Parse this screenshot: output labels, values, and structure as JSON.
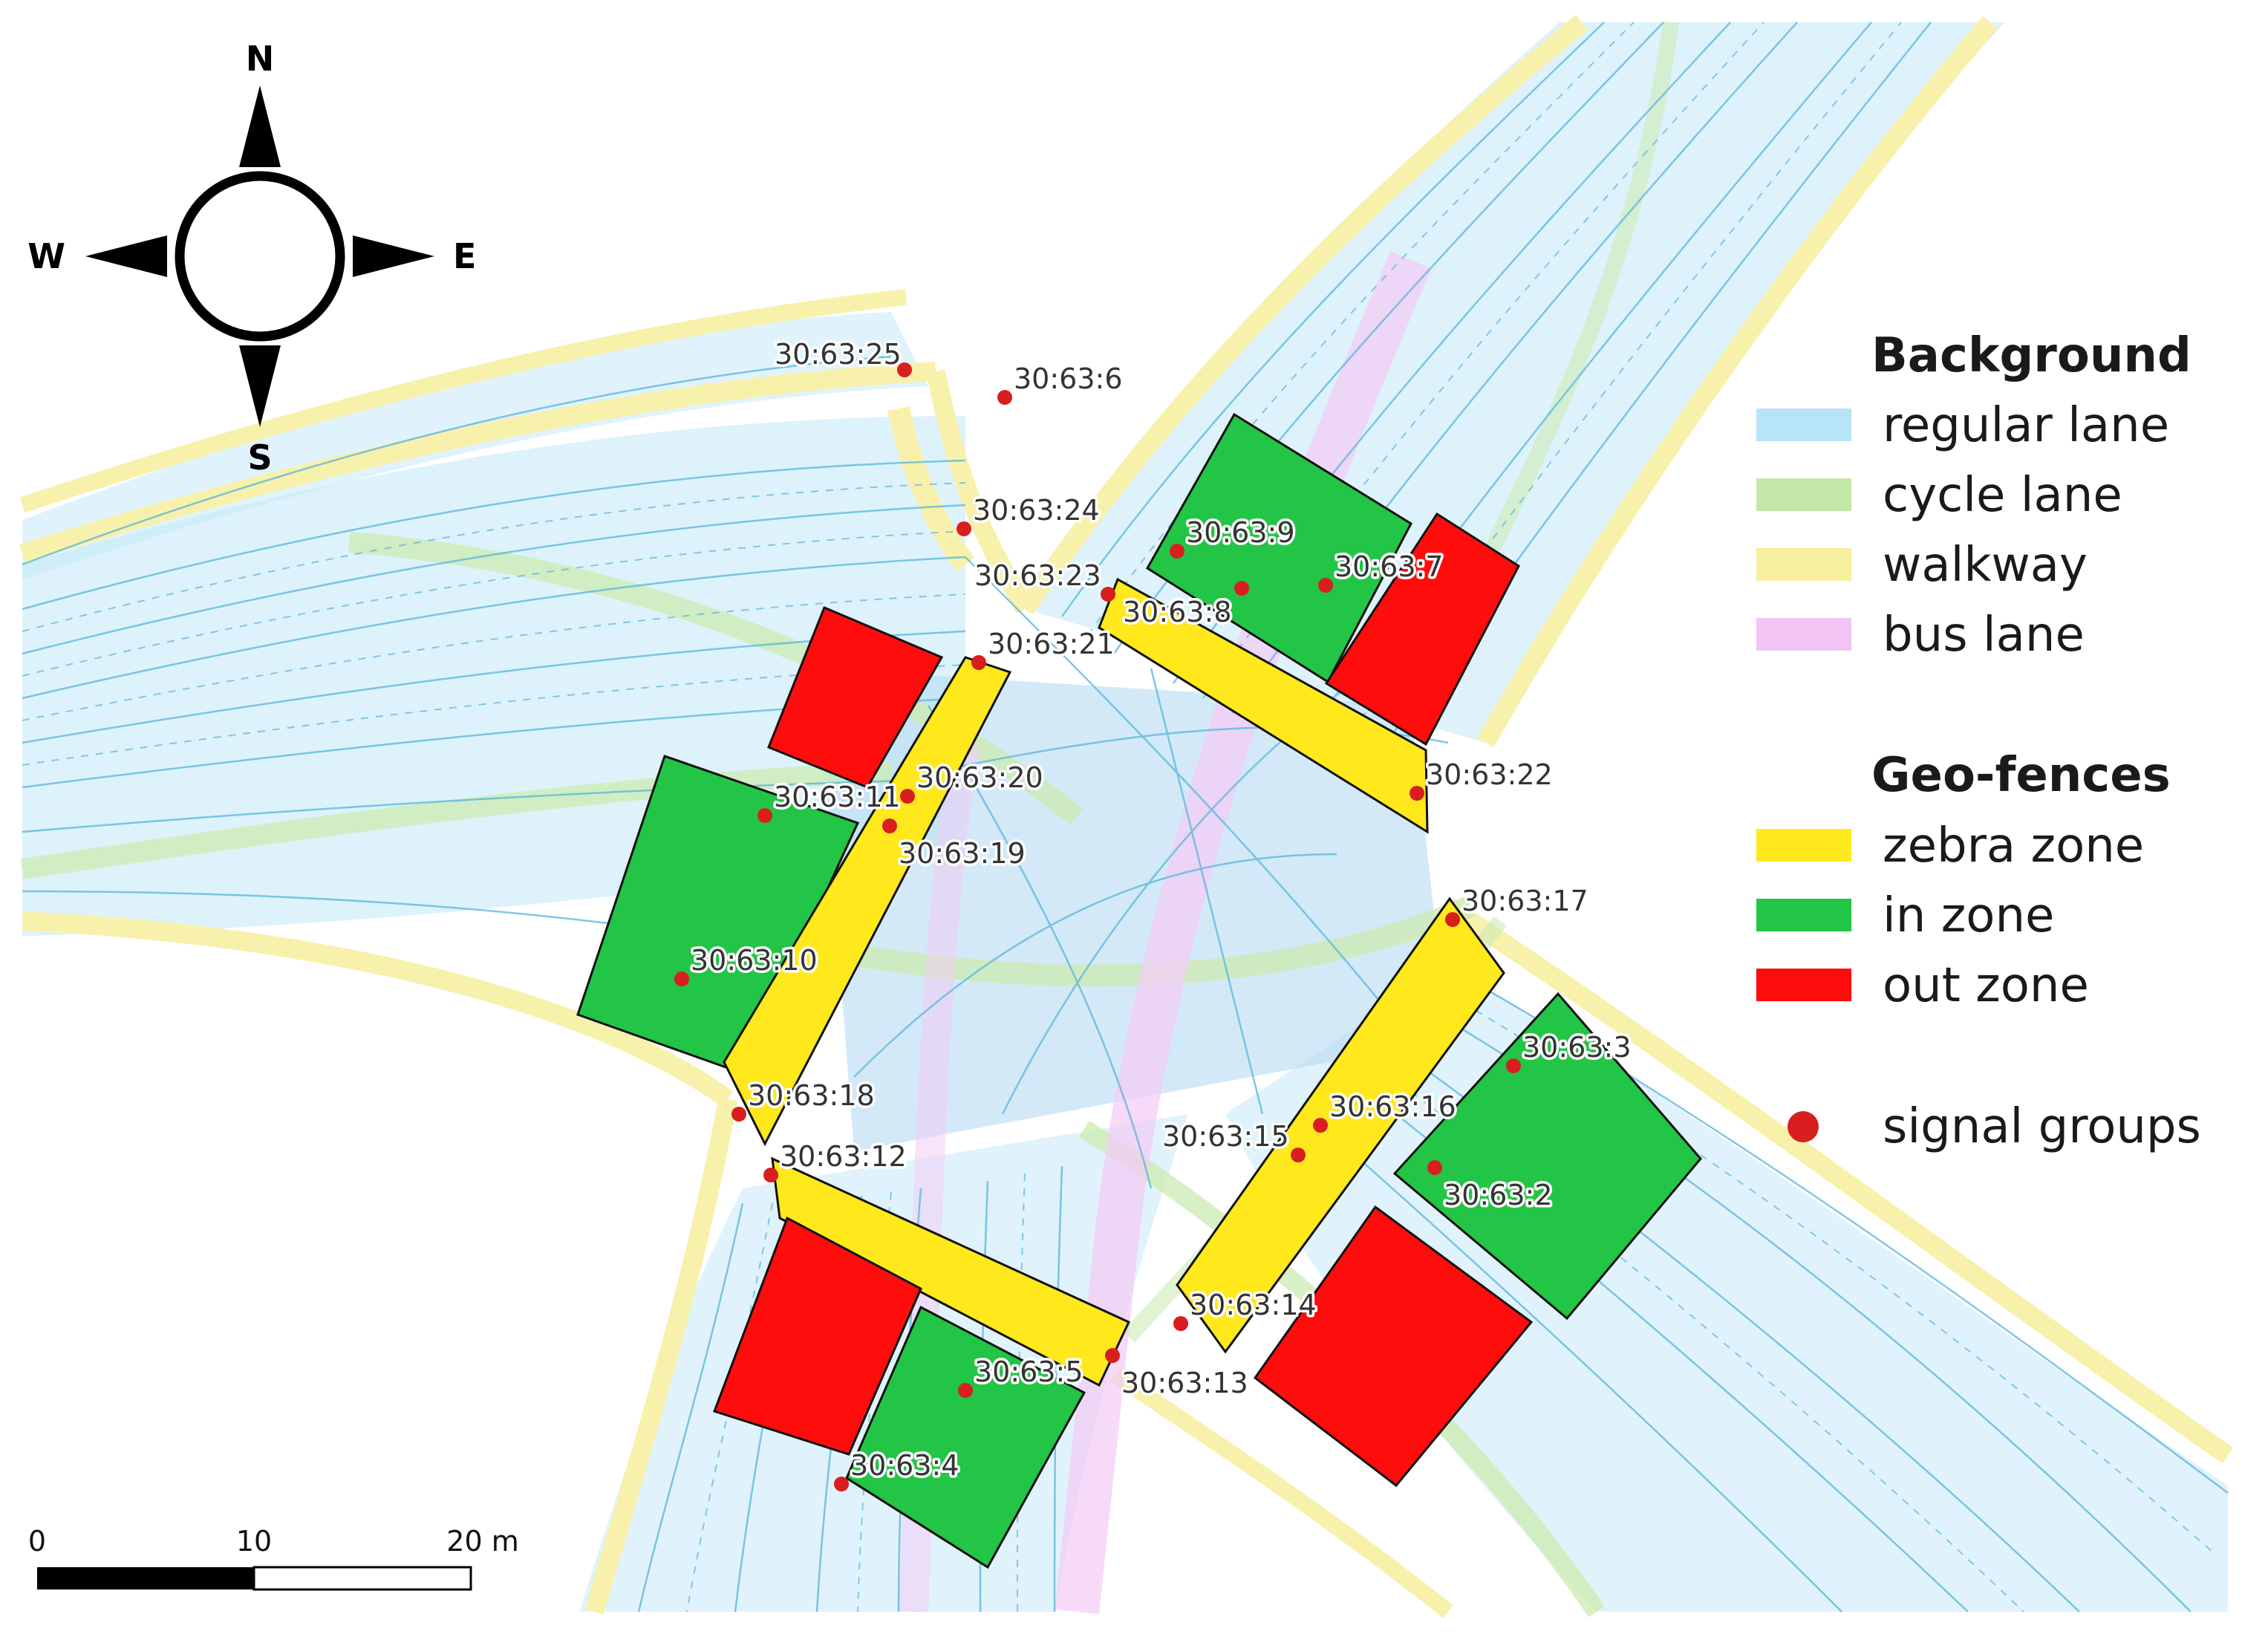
{
  "colors": {
    "regular_lane": "#b8e4f7",
    "cycle_lane": "#c4e8a8",
    "walkway": "#f7ef9e",
    "bus_lane": "#f1c4f3",
    "zebra_zone": "#ffe81c",
    "in_zone": "#22c545",
    "out_zone": "#ff0d0d",
    "signal_group": "#d81e1e",
    "lane_line": "#3aa7d6"
  },
  "compass": {
    "north": "N",
    "south": "S",
    "east": "E",
    "west": "W"
  },
  "legend": {
    "background_title": "Background",
    "background_items": [
      {
        "label": "regular lane",
        "color": "#b8e4f7"
      },
      {
        "label": "cycle lane",
        "color": "#c4e8a8"
      },
      {
        "label": "walkway",
        "color": "#f7ef9e"
      },
      {
        "label": "bus lane",
        "color": "#f1c4f3"
      }
    ],
    "geofence_title": "Geo-fences",
    "geofence_items": [
      {
        "label": "zebra zone",
        "color": "#ffe81c"
      },
      {
        "label": "in zone",
        "color": "#22c545"
      },
      {
        "label": "out zone",
        "color": "#ff0d0d"
      }
    ],
    "signal_label": "signal groups"
  },
  "scale_bar": {
    "ticks": [
      "0",
      "10",
      "20 m"
    ]
  },
  "signal_groups": [
    "30:63:25",
    "30:63:6",
    "30:63:24",
    "30:63:23",
    "30:63:9",
    "30:63:8",
    "30:63:7",
    "30:63:21",
    "30:63:22",
    "30:63:20",
    "30:63:11",
    "30:63:19",
    "30:63:10",
    "30:63:17",
    "30:63:3",
    "30:63:18",
    "30:63:16",
    "30:63:15",
    "30:63:12",
    "30:63:2",
    "30:63:14",
    "30:63:13",
    "30:63:5",
    "30:63:4"
  ]
}
